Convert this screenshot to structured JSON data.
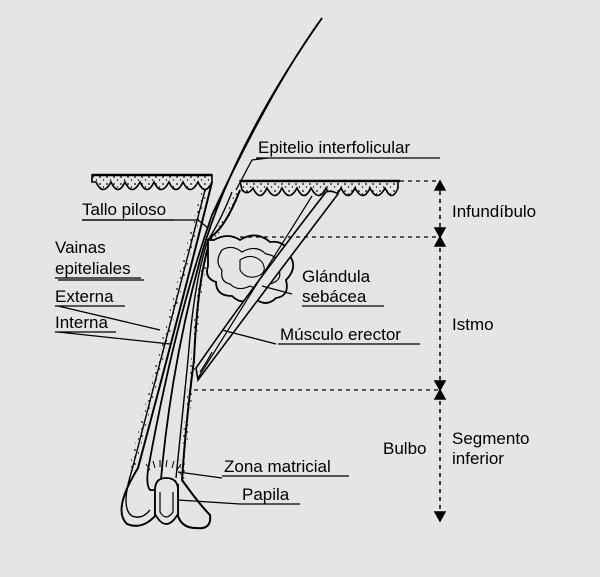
{
  "colors": {
    "background": "#e5e5e5",
    "ink": "#000000"
  },
  "labels": {
    "epitelio": "Epitelio  interfolicular",
    "tallo": "Tallo piloso",
    "vainas_1": "Vainas",
    "vainas_2": "epiteliales",
    "externa": "Externa",
    "interna": "Interna",
    "glandula_1": "Glándula",
    "glandula_2": "sebácea",
    "musculo": "Músculo erector",
    "zona": "Zona matricial",
    "papila": "Papila",
    "infundibulo": "Infundíbulo",
    "istmo": "Istmo",
    "bulbo": "Bulbo",
    "segmento_1": "Segmento",
    "segmento_2": "inferior"
  }
}
